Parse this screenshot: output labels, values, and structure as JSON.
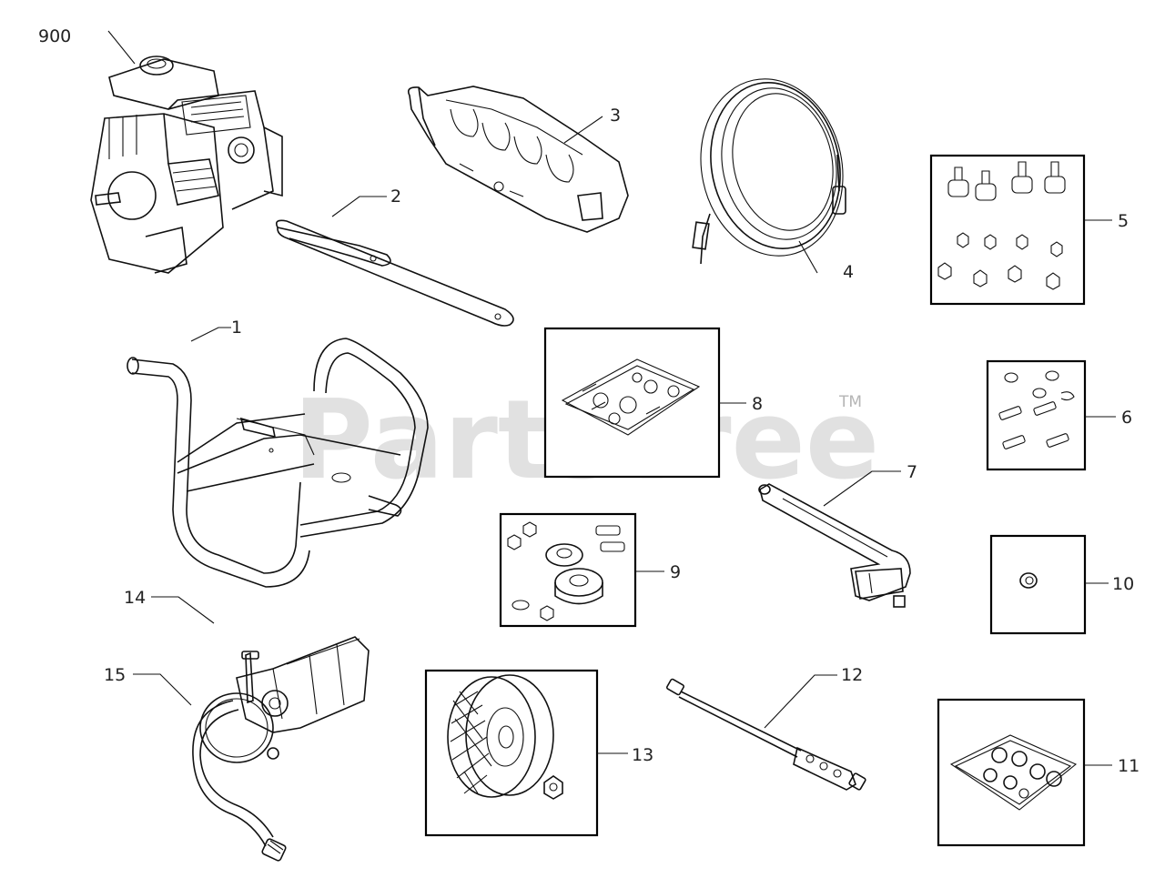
{
  "watermark": {
    "text": "PartsTree",
    "trademark": "TM"
  },
  "callouts": {
    "c900": "900",
    "c1": "1",
    "c2": "2",
    "c3": "3",
    "c4": "4",
    "c5": "5",
    "c6": "6",
    "c7": "7",
    "c8": "8",
    "c9": "9",
    "c10": "10",
    "c11": "11",
    "c12": "12",
    "c13": "13",
    "c14": "14",
    "c15": "15"
  }
}
